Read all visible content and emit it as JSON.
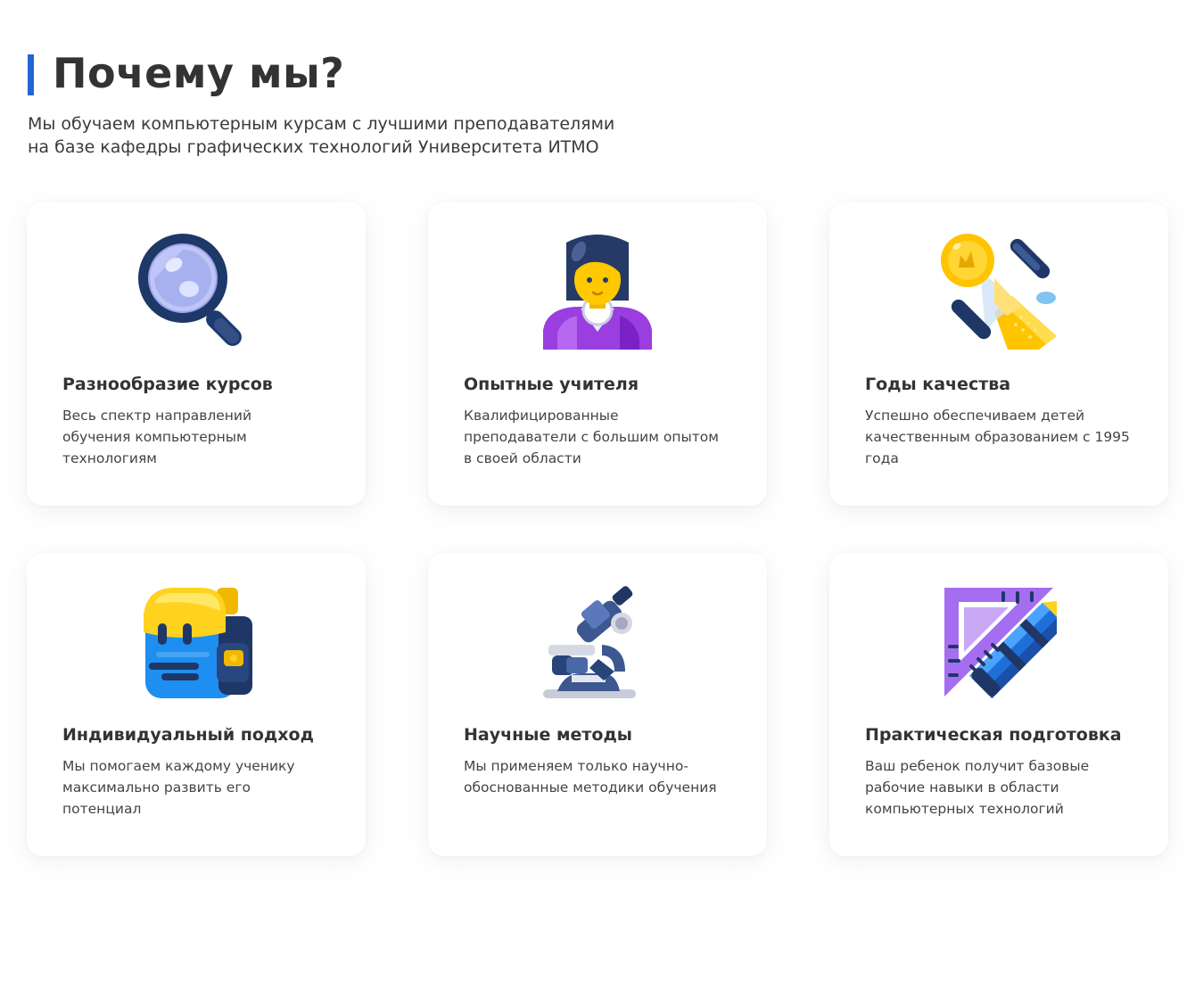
{
  "header": {
    "title": "Почему мы?",
    "subtitle_lines": [
      "Мы обучаем компьютерным курсам с лучшими преподавателями",
      "на базе кафедры графических технологий Университета ИТМО"
    ],
    "accent_color": "#2266d4"
  },
  "features": [
    {
      "icon": "magnifier-icon",
      "title": "Разнообразие курсов",
      "text_lines": [
        "Весь спектр направлений",
        "обучения компьютерным",
        "технологиям"
      ]
    },
    {
      "icon": "teacher-icon",
      "title": "Опытные учителя",
      "text_lines": [
        "Квалифицированные",
        "преподаватели с большим опытом",
        "в своей области"
      ]
    },
    {
      "icon": "hourglass-icon",
      "title": "Годы качества",
      "text_lines": [
        "Успешно обеспечиваем детей",
        "качественным образованием с 1995",
        "года"
      ]
    },
    {
      "icon": "backpack-icon",
      "title": "Индивидуальный подход",
      "text_lines": [
        "Мы помогаем каждому ученику",
        "максимально развить его",
        "потенциал"
      ]
    },
    {
      "icon": "microscope-icon",
      "title": "Научные методы",
      "text_lines": [
        "Мы применяем только научно-",
        "обоснованные методики обучения"
      ]
    },
    {
      "icon": "ruler-pencil-icon",
      "title": "Практическая подготовка",
      "text_lines": [
        "Ваш ребенок получит базовые",
        "рабочие навыки в области",
        "компьютерных технологий"
      ]
    }
  ]
}
